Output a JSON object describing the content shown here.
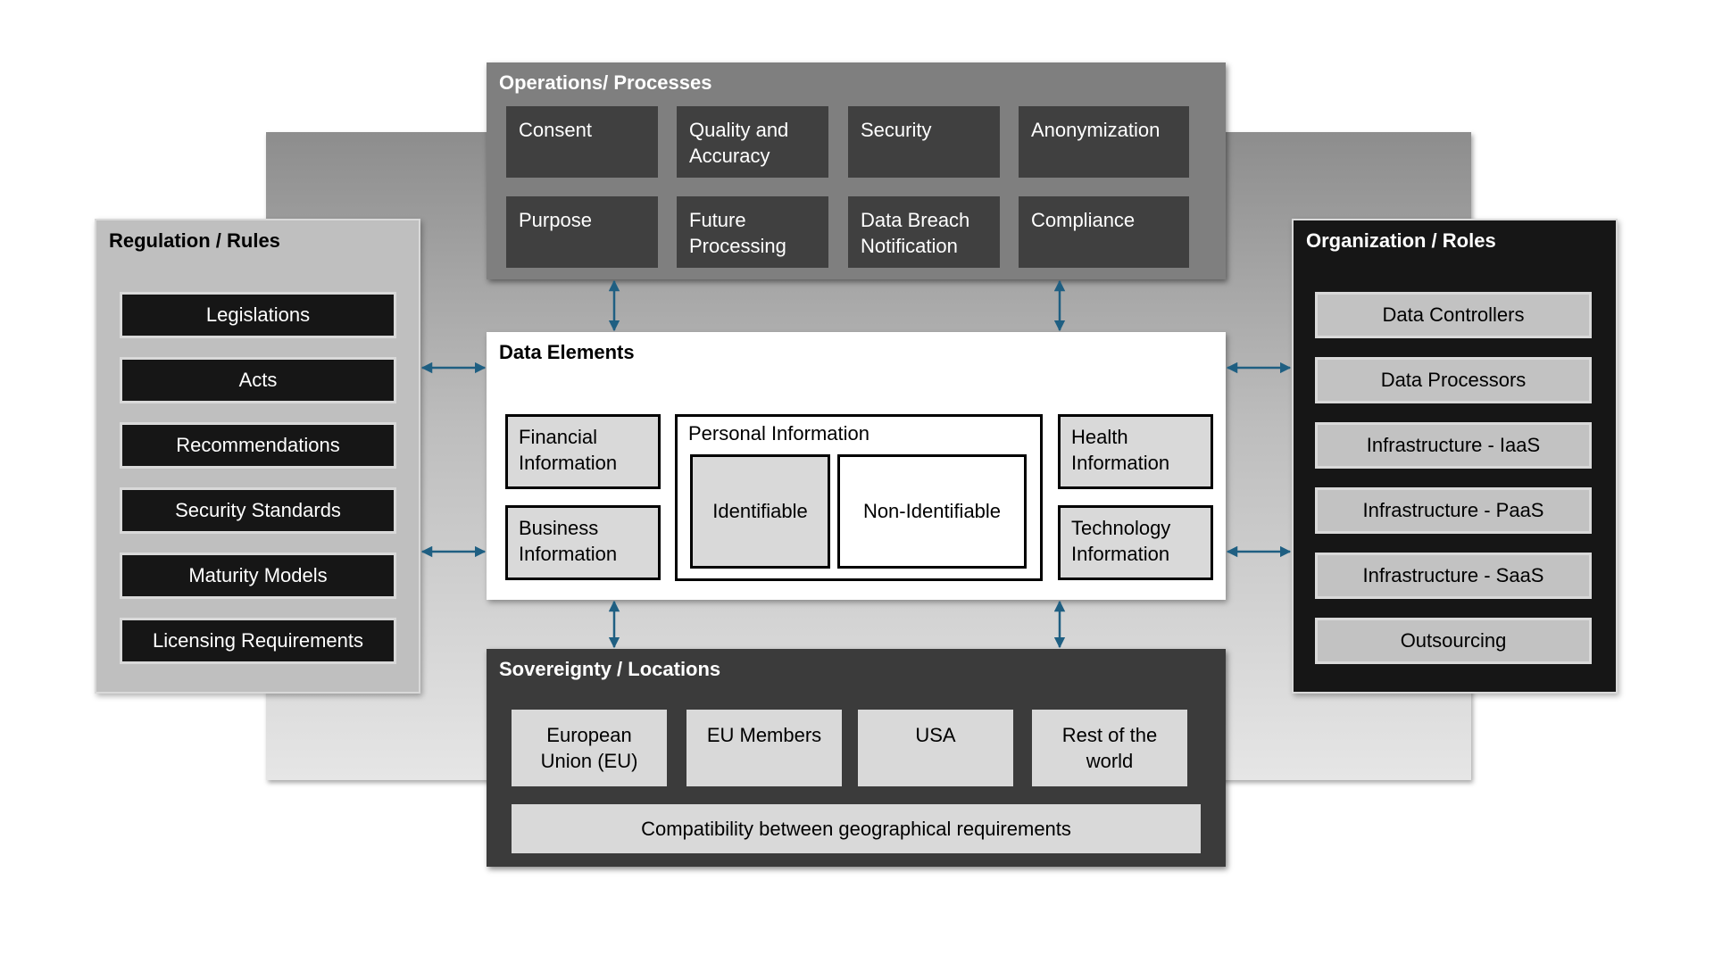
{
  "operations": {
    "title": "Operations/ Processes",
    "items": [
      [
        "Consent"
      ],
      [
        "Quality and",
        "Accuracy"
      ],
      [
        "Security"
      ],
      [
        "Anonymization"
      ],
      [
        "Purpose"
      ],
      [
        "Future",
        "Processing"
      ],
      [
        "Data Breach",
        "Notification"
      ],
      [
        "Compliance"
      ]
    ]
  },
  "regulation": {
    "title": "Regulation / Rules",
    "items": [
      "Legislations",
      "Acts",
      "Recommendations",
      "Security Standards",
      "Maturity Models",
      "Licensing Requirements"
    ]
  },
  "organization": {
    "title": "Organization / Roles",
    "items": [
      "Data Controllers",
      "Data Processors",
      "Infrastructure - IaaS",
      "Infrastructure - PaaS",
      "Infrastructure - SaaS",
      "Outsourcing"
    ]
  },
  "data_elements": {
    "title": "Data Elements",
    "financial": [
      "Financial",
      "Information"
    ],
    "business": [
      "Business",
      "Information"
    ],
    "personal": "Personal Information",
    "identifiable": "Identifiable",
    "non_identifiable": "Non-Identifiable",
    "health": [
      "Health",
      "Information"
    ],
    "technology": [
      "Technology",
      "Information"
    ]
  },
  "sovereignty": {
    "title": "Sovereignty / Locations",
    "items": [
      [
        "European",
        "Union (EU)"
      ],
      [
        "EU Members"
      ],
      [
        "USA"
      ],
      [
        "Rest of the",
        "world"
      ]
    ],
    "compatibility": "Compatibility between geographical requirements"
  },
  "colors": {
    "arrow": "#1f5f82",
    "ops_panel": "#7f7f7f",
    "ops_box": "#404040",
    "reg_panel": "#bfbfbf",
    "org_panel": "#161616",
    "sov_panel": "#3b3b3b",
    "light_box": "#d9d9d9"
  }
}
